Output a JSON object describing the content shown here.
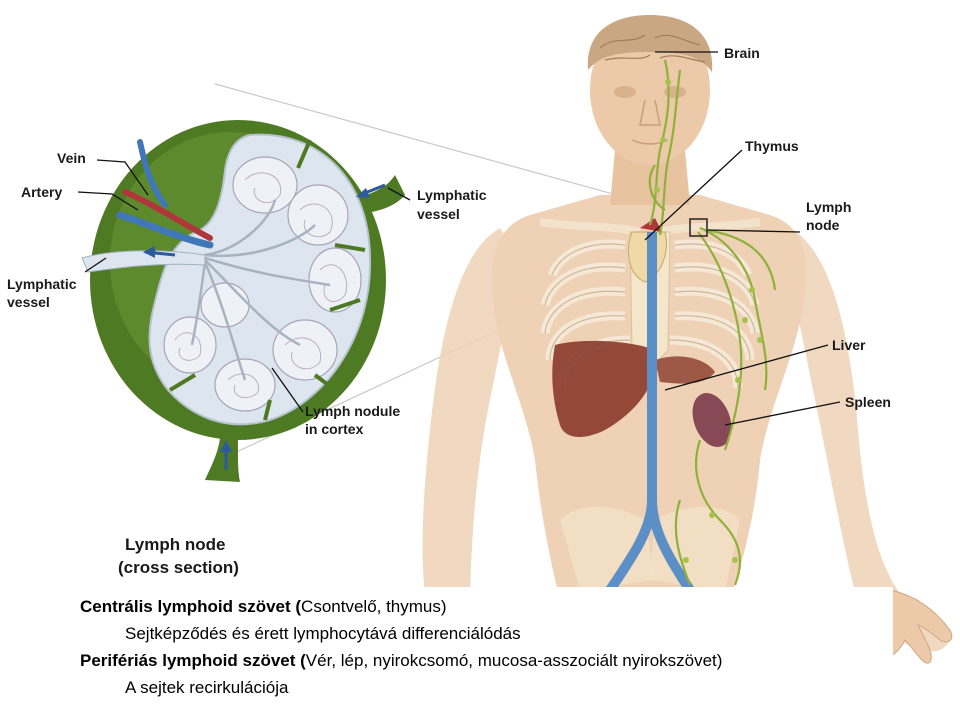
{
  "labels": {
    "vein": "Vein",
    "artery": "Artery",
    "lymphatic_vessel_left_1": "Lymphatic",
    "lymphatic_vessel_left_2": "vessel",
    "lymphatic_vessel_right_1": "Lymphatic",
    "lymphatic_vessel_right_2": "vessel",
    "lymph_nodule_1": "Lymph nodule",
    "lymph_nodule_2": "in cortex",
    "cross_section_1": "Lymph node",
    "cross_section_2": "(cross section)",
    "brain": "Brain",
    "thymus": "Thymus",
    "lymph_node_1": "Lymph",
    "lymph_node_2": "node",
    "liver": "Liver",
    "spleen": "Spleen"
  },
  "text": {
    "line1_bold": "Centrális lymphoid szövet (",
    "line1_rest": "Csontvelő, thymus)",
    "line2": "Sejtképződés és érett lymphocytává differenciálódás",
    "line3_bold": "Perifériás lymphoid szövet (",
    "line3_rest": "Vér, lép, nyirokcsomó, mucosa-asszociált nyirokszövet)",
    "line4": "A sejtek recirkulációja"
  },
  "colors": {
    "capsule": "#4f7a24",
    "node_interior": "#dde6ee",
    "vein": "#3f77b8",
    "artery": "#b0363c",
    "body": "#ecc9a8",
    "lymph": "#8fb03a",
    "liver": "#8a3a2a",
    "spleen": "#7a3a4a"
  }
}
